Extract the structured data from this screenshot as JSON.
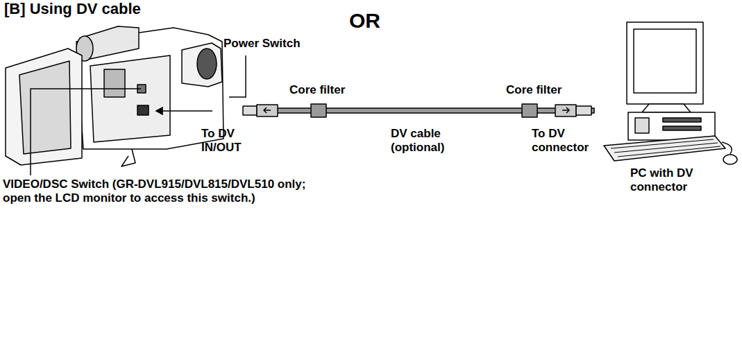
{
  "diagram": {
    "title": "[B] Using DV cable",
    "labels": [
      "OR",
      "Power Switch",
      "Core filter",
      "Core filter",
      "To DV IN/OUT",
      "DV cable (optional)",
      "To DV connector",
      "PC with DV connector",
      "VIDEO/DSC Switch (GR-DVL915/DVL815/DVL510 only; open the LCD monitor to access this switch.)"
    ]
  }
}
